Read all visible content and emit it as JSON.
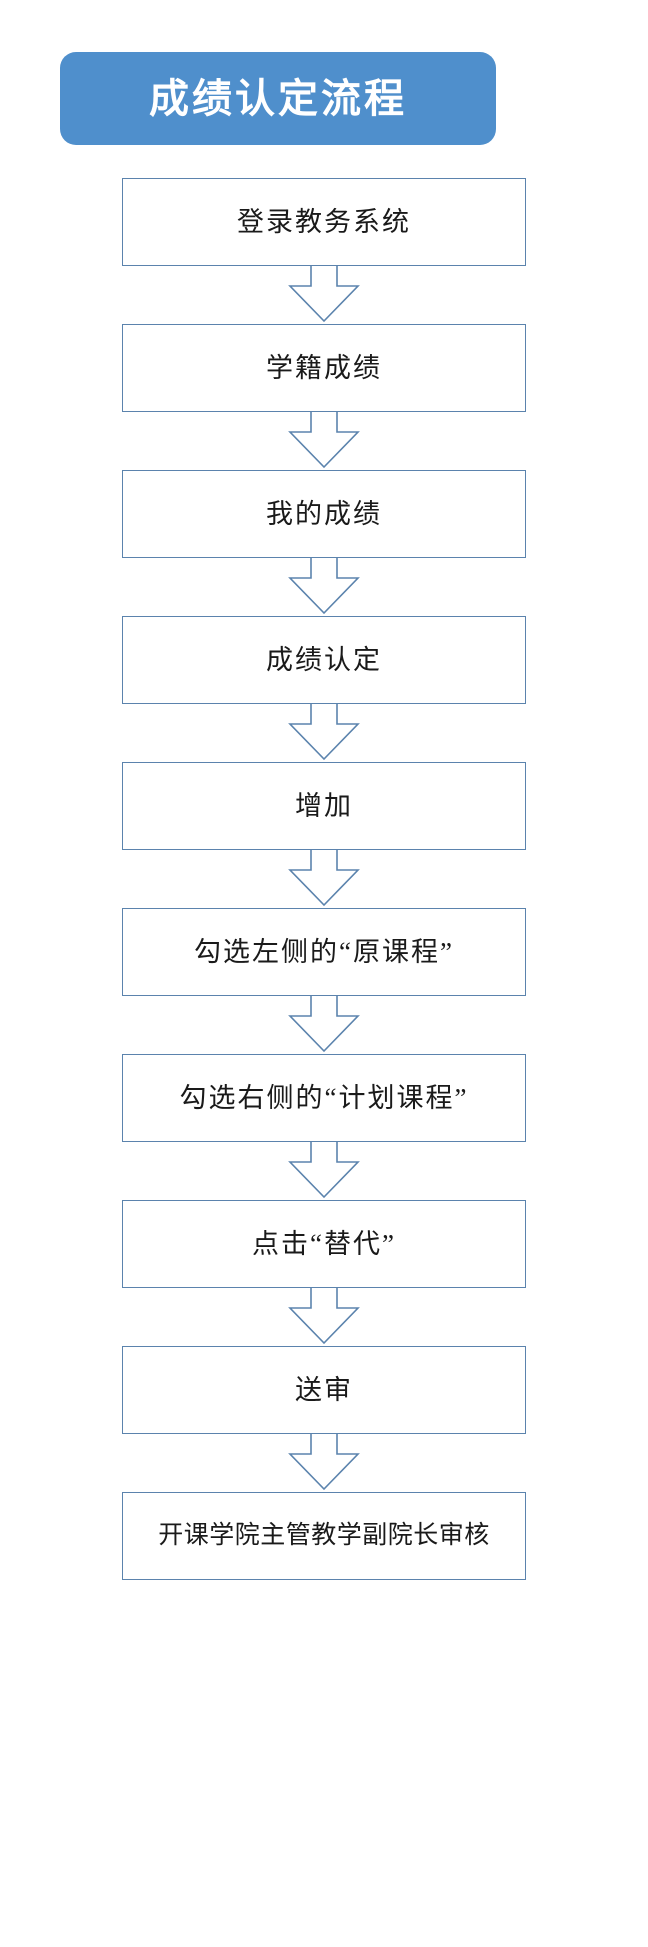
{
  "diagram": {
    "title": "成绩认定流程",
    "title_banner": {
      "label": "成绩认定流程",
      "background_color": "#4f8fcc",
      "text_color": "#ffffff",
      "shape": "rounded-rectangle"
    },
    "style": {
      "box_border_color": "#5b83ad",
      "box_fill_color": "#ffffff",
      "arrow_stroke_color": "#5b83ad",
      "text_color": "#1a1a1a",
      "arrow_style": "hollow-outline-down-arrow"
    },
    "steps": [
      {
        "index": 1,
        "label": "登录教务系统"
      },
      {
        "index": 2,
        "label": "学籍成绩"
      },
      {
        "index": 3,
        "label": "我的成绩"
      },
      {
        "index": 4,
        "label": "成绩认定"
      },
      {
        "index": 5,
        "label": "增加"
      },
      {
        "index": 6,
        "label": "勾选左侧的“原课程”"
      },
      {
        "index": 7,
        "label": "勾选右侧的“计划课程”"
      },
      {
        "index": 8,
        "label": "点击“替代”"
      },
      {
        "index": 9,
        "label": "送审"
      },
      {
        "index": 10,
        "label": "开课学院主管教学副院长审核"
      }
    ],
    "connectors": [
      {
        "from": 1,
        "to": 2,
        "icon": "down-arrow-icon"
      },
      {
        "from": 2,
        "to": 3,
        "icon": "down-arrow-icon"
      },
      {
        "from": 3,
        "to": 4,
        "icon": "down-arrow-icon"
      },
      {
        "from": 4,
        "to": 5,
        "icon": "down-arrow-icon"
      },
      {
        "from": 5,
        "to": 6,
        "icon": "down-arrow-icon"
      },
      {
        "from": 6,
        "to": 7,
        "icon": "down-arrow-icon"
      },
      {
        "from": 7,
        "to": 8,
        "icon": "down-arrow-icon"
      },
      {
        "from": 8,
        "to": 9,
        "icon": "down-arrow-icon"
      },
      {
        "from": 9,
        "to": 10,
        "icon": "down-arrow-icon"
      }
    ]
  }
}
